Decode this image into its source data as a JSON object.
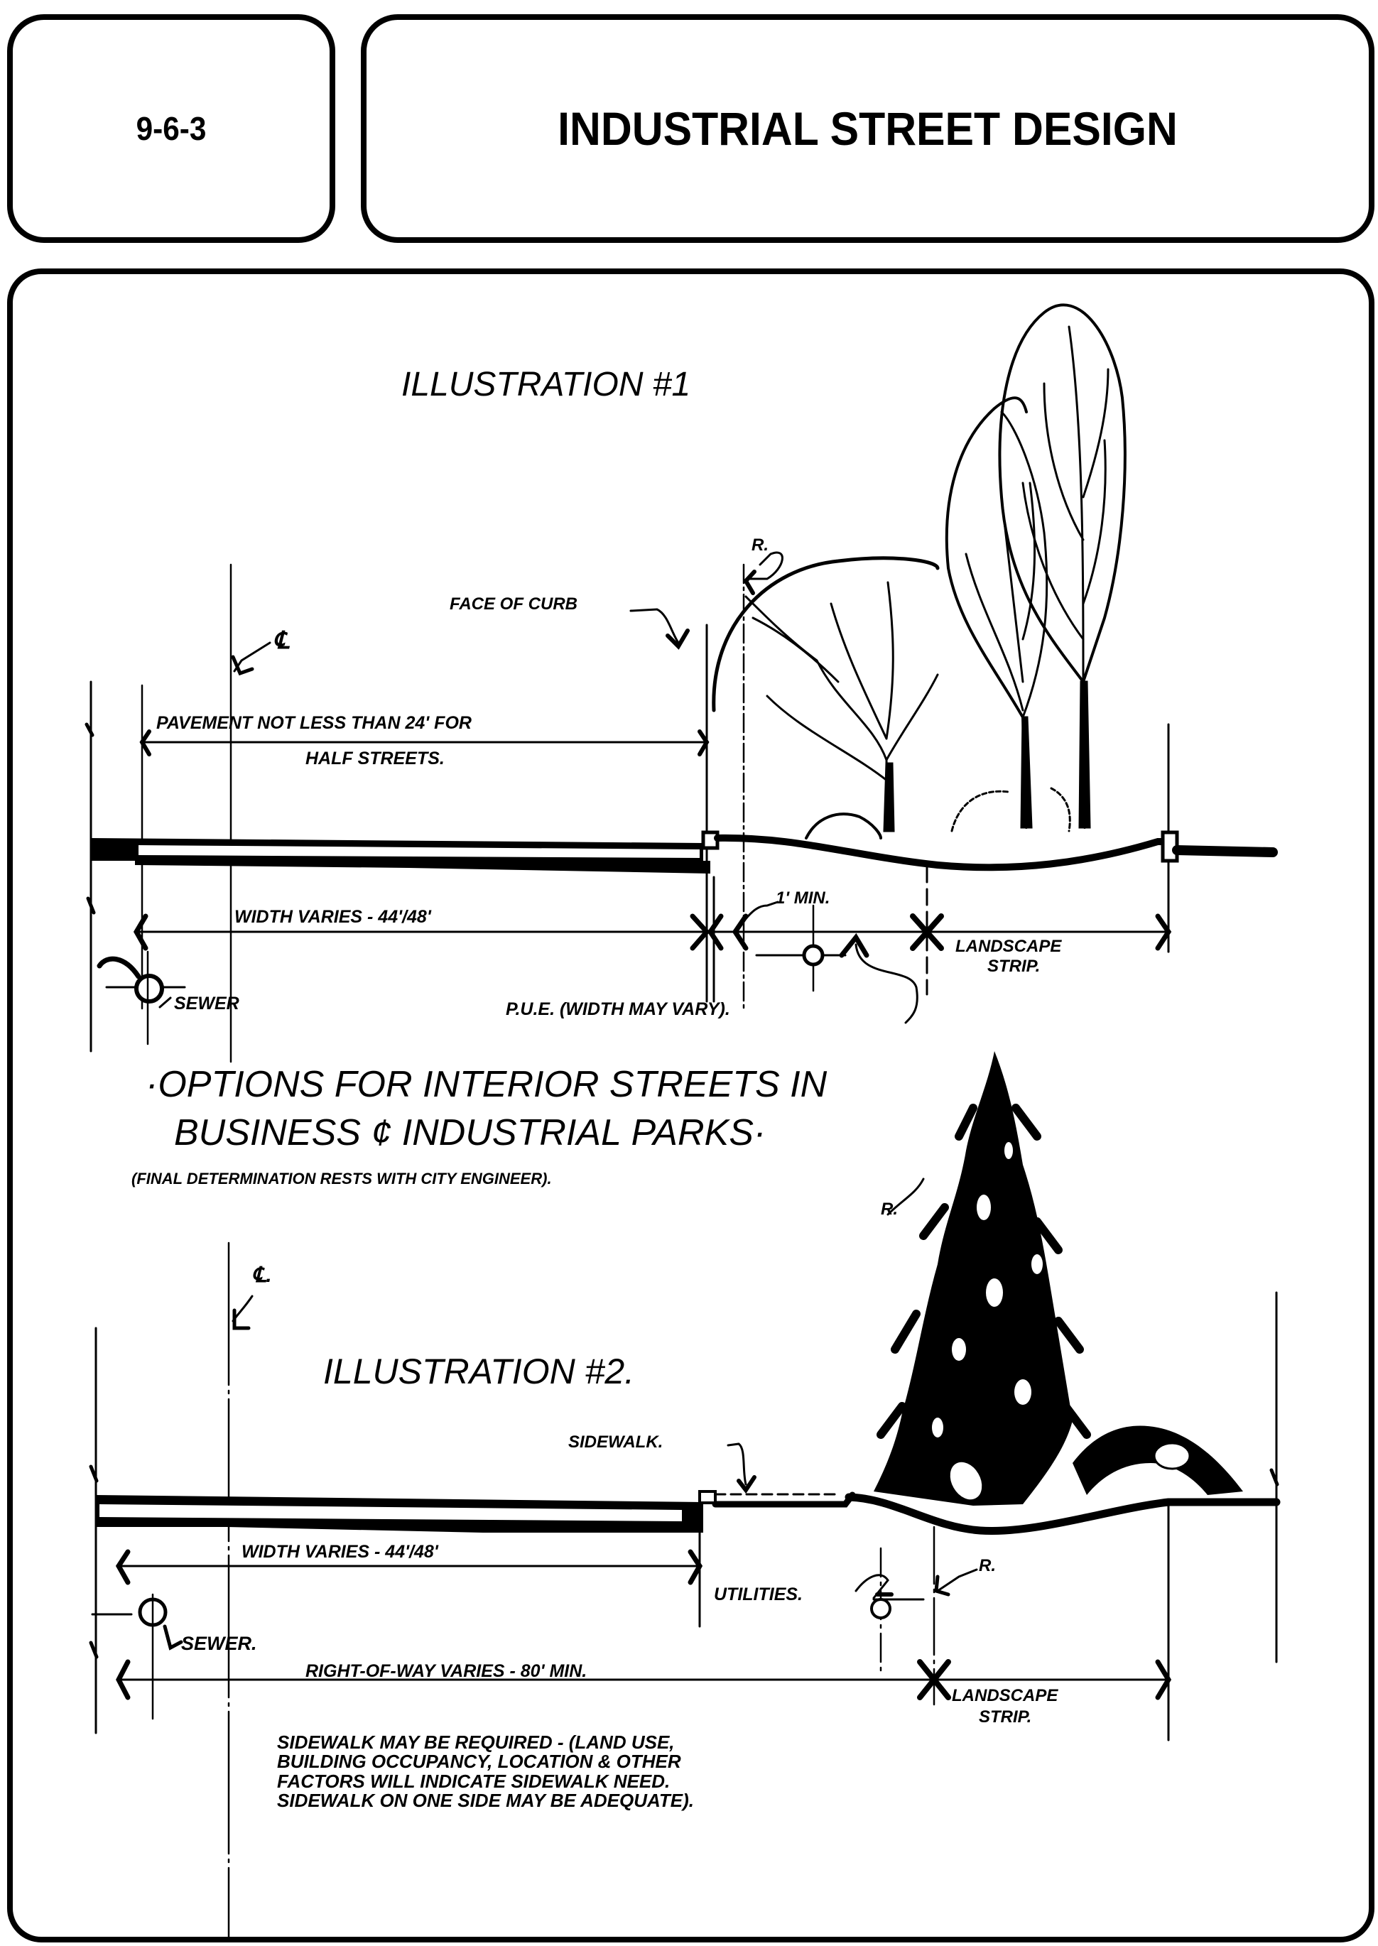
{
  "header": {
    "section_code": "9-6-3",
    "title": "INDUSTRIAL STREET DESIGN"
  },
  "illustration_1": {
    "title": "ILLUSTRATION #1",
    "labels": {
      "centerline": "℄",
      "face_of_curb": "FACE OF CURB",
      "property_line": "R.",
      "pavement_line1": "PAVEMENT NOT LESS THAN 24' FOR",
      "pavement_line2": "HALF STREETS.",
      "width_varies": "WIDTH VARIES - 44'/48'",
      "one_min": "1' MIN.",
      "landscape_strip_line1": "LANDSCAPE",
      "landscape_strip_line2": "STRIP.",
      "sewer": "SEWER",
      "pue": "P.U.E. (WIDTH MAY VARY)."
    }
  },
  "options_heading": {
    "line1": "·OPTIONS FOR INTERIOR STREETS IN",
    "line2": "BUSINESS ¢ INDUSTRIAL PARKS·",
    "note": "(FINAL DETERMINATION RESTS WITH CITY ENGINEER).",
    "property_line": "R."
  },
  "illustration_2": {
    "title": "ILLUSTRATION #2.",
    "labels": {
      "centerline": "℄.",
      "sidewalk": "SIDEWALK.",
      "width_varies": "WIDTH VARIES - 44'/48'",
      "utilities": "UTILITIES.",
      "property_line": "R.",
      "sewer": "SEWER.",
      "right_of_way": "RIGHT-OF-WAY VARIES - 80' MIN.",
      "landscape_strip_line1": "LANDSCAPE",
      "landscape_strip_line2": "STRIP."
    },
    "note_lines": [
      "SIDEWALK MAY BE REQUIRED - (LAND USE,",
      "BUILDING OCCUPANCY, LOCATION & OTHER",
      "FACTORS WILL INDICATE SIDEWALK NEED.",
      "SIDEWALK ON ONE SIDE MAY BE ADEQUATE)."
    ]
  }
}
